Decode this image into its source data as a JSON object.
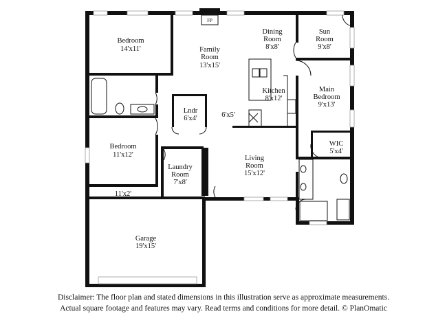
{
  "rooms": {
    "bedroom1": {
      "name": "Bedroom",
      "dims": "14'x11'"
    },
    "family_room": {
      "name_line1": "Family",
      "name_line2": "Room",
      "dims": "13'x15'"
    },
    "dining_room": {
      "name_line1": "Dining",
      "name_line2": "Room",
      "dims": "8'x8'"
    },
    "sun_room": {
      "name_line1": "Sun",
      "name_line2": "Room",
      "dims": "9'x8'"
    },
    "kitchen": {
      "name": "Kitchen",
      "dims": "8'x12'"
    },
    "main_bedroom": {
      "name_line1": "Main",
      "name_line2": "Bedroom",
      "dims": "9'x13'"
    },
    "laundry_closet": {
      "name": "Lndr",
      "dims": "6'x4'"
    },
    "hall": {
      "dims": "6'x5'"
    },
    "bedroom2": {
      "name": "Bedroom",
      "dims": "11'x12'"
    },
    "wic": {
      "name": "WIC",
      "dims": "5'x4'"
    },
    "laundry_room": {
      "name_line1": "Laundry",
      "name_line2": "Room",
      "dims": "7'x8'"
    },
    "living_room": {
      "name_line1": "Living",
      "name_line2": "Room",
      "dims": "15'x12'"
    },
    "storage": {
      "dims": "11'x2'"
    },
    "garage": {
      "name": "Garage",
      "dims": "19'x15'"
    }
  },
  "fixtures": {
    "fireplace": "FP"
  },
  "disclaimer": {
    "line1": "Disclaimer: The floor plan and stated dimensions in this illustration serve as approximate measurements.",
    "line2": "Actual square footage and features may vary. Read terms and conditions for more detail. © PlanOmatic"
  }
}
